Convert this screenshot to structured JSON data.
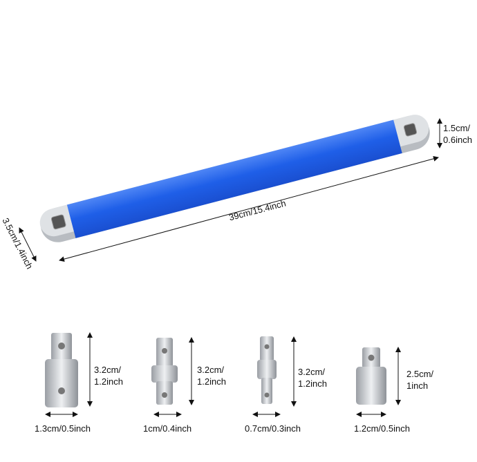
{
  "colors": {
    "handle": "#1f5fe8",
    "handle_highlight": "#4f86f5",
    "metal": "#c9ccd0",
    "metal_dark": "#8c9096"
  },
  "wrench": {
    "length_label": "39cm/15.4inch",
    "width_label": "3.5cm/1.4inch",
    "thickness_label_1": "1.5cm/",
    "thickness_label_2": "0.6inch"
  },
  "adapters": [
    {
      "height_1": "3.2cm/",
      "height_2": "1.2inch",
      "width": "1.3cm/0.5inch"
    },
    {
      "height_1": "3.2cm/",
      "height_2": "1.2inch",
      "width": "1cm/0.4inch"
    },
    {
      "height_1": "3.2cm/",
      "height_2": "1.2inch",
      "width": "0.7cm/0.3inch"
    },
    {
      "height_1": "2.5cm/",
      "height_2": "1inch",
      "width": "1.2cm/0.5inch"
    }
  ]
}
